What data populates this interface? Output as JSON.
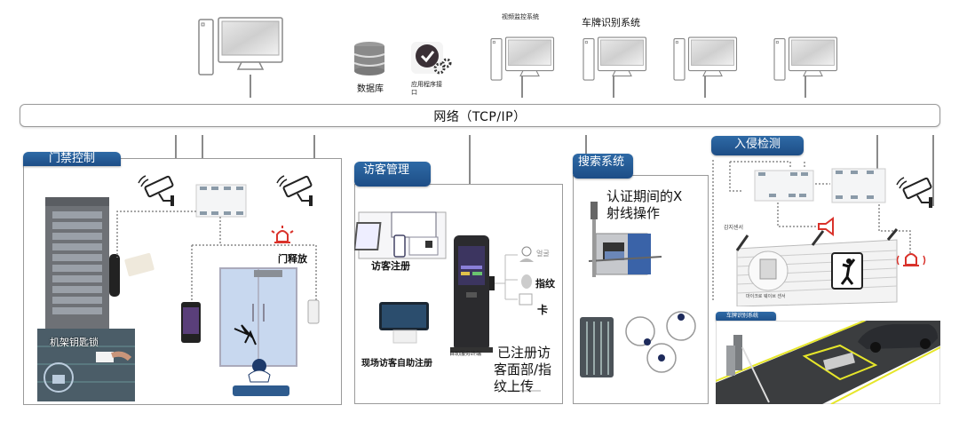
{
  "top": {
    "database_label": "数据库",
    "api_label": "应用程序接口",
    "video_monitor_label": "视频监控系统",
    "plate_recognition_label": "车牌识别系统"
  },
  "network": {
    "label": "网络（TCP/IP）"
  },
  "access_control": {
    "title": "门禁控制",
    "door_release_label": "门释放",
    "rack_key_lock_label": "机架钥匙锁"
  },
  "visitor": {
    "title": "访客管理",
    "registration_label": "访客注册",
    "self_registration_label": "现场访客自助注册",
    "kiosk_label": "自助服务终端",
    "face_label": "얼굴",
    "fingerprint_label": "指纹",
    "card_label": "卡",
    "upload_label": "已注册访客面部/指纹上传"
  },
  "search": {
    "title": "搜索系统",
    "xray_label": "认证期间的X射线操作"
  },
  "intrusion": {
    "title": "入侵检测",
    "sensor_label": "감지센서",
    "microwave_label": "마이크로 웨이브 센서",
    "plate_system_label": "车牌识别系统"
  },
  "colors": {
    "tag_blue": "#1d4d86",
    "alarm_red": "#d9322b",
    "road_yellow": "#e6e62a",
    "line_gray": "#8a8a8a"
  }
}
